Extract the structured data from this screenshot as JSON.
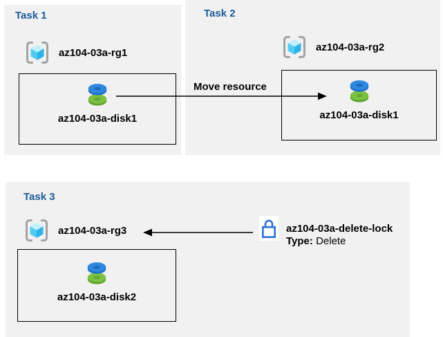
{
  "tasks": [
    {
      "title": "Task 1",
      "resource_group": "az104-03a-rg1",
      "resource": "az104-03a-disk1"
    },
    {
      "title": "Task 2",
      "resource_group": "az104-03a-rg2",
      "resource": "az104-03a-disk1"
    },
    {
      "title": "Task 3",
      "resource_group": "az104-03a-rg3",
      "resource": "az104-03a-disk2"
    }
  ],
  "move_arrow": {
    "label": "Move resource",
    "direction": "task1-disk to task2-box"
  },
  "lock": {
    "name": "az104-03a-delete-lock",
    "type_label": "Type:",
    "type_value": "Delete",
    "target": "az104-03a-rg3"
  },
  "icons": {
    "resource_group": "azure-resource-group-icon",
    "disk": "azure-managed-disk-icon",
    "lock": "lock-icon"
  },
  "colors": {
    "panel_bg": "#f1f1f1",
    "title_blue": "#1b5a99",
    "text": "#000000",
    "box_border": "#000000",
    "disk_blue": "#2f87df",
    "disk_blue_dark": "#1d6cc1",
    "disk_green": "#7cc142",
    "disk_green_dark": "#5fa42e",
    "rg_bracket_gray": "#a3a3a3",
    "rg_cube_top": "#bff0fb",
    "rg_cube_left": "#53cbf3",
    "rg_cube_right": "#2eb3e8",
    "lock_blue": "#2b6fd6"
  }
}
